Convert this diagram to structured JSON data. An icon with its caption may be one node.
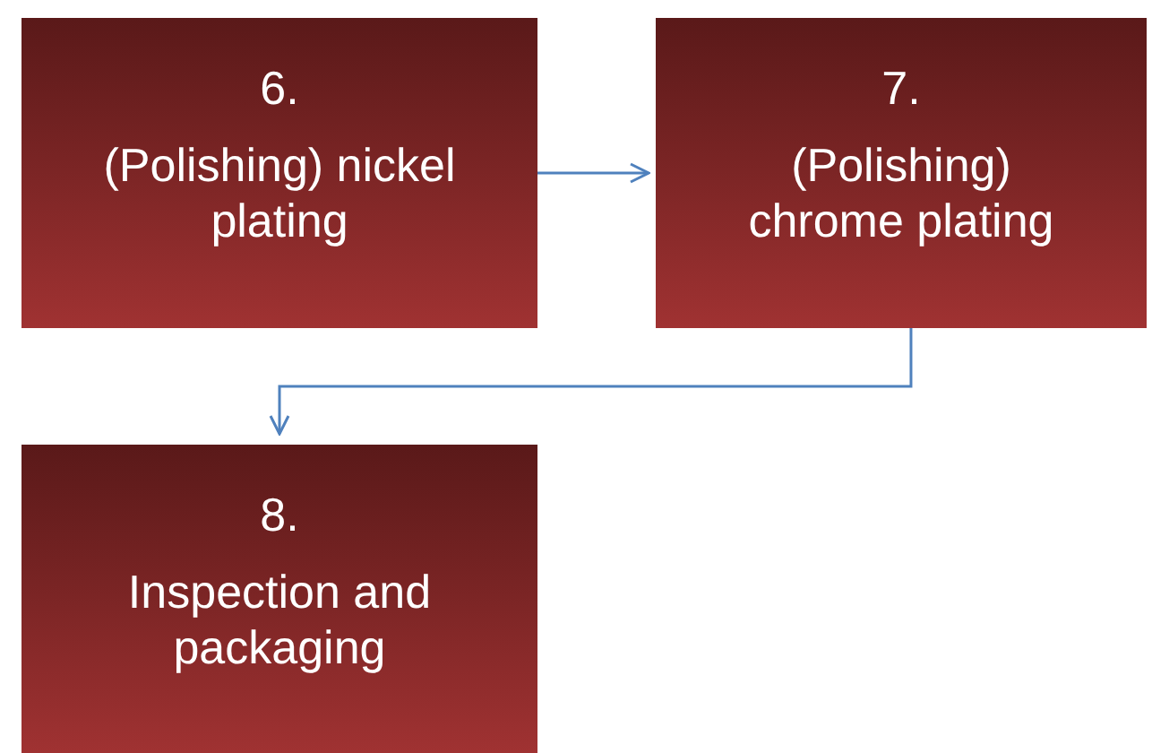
{
  "diagram": {
    "nodes": [
      {
        "text": [
          "6.",
          "(Polishing) nickel plating"
        ]
      },
      {
        "text": [
          "7.",
          "(Polishing) chrome plating"
        ]
      },
      {
        "text": [
          "8.",
          "Inspection and packaging"
        ]
      }
    ],
    "edges": [
      {
        "from": 0,
        "to": 1,
        "arrow": "to"
      },
      {
        "from": 1,
        "to": 2,
        "arrow": "to"
      }
    ]
  }
}
